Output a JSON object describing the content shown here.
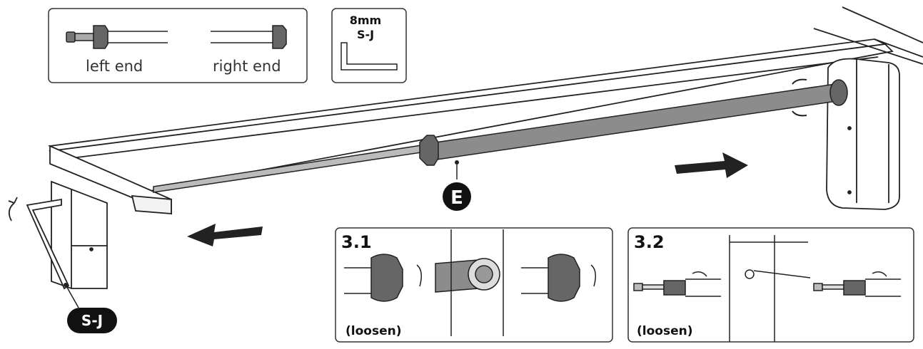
{
  "legend": {
    "left_label": "left end",
    "right_label": "right end"
  },
  "tool": {
    "size": "8mm",
    "code": "S-J"
  },
  "part_badge": "E",
  "tool_badge": "S-J",
  "step_1": {
    "number": "3.1",
    "caption": "(loosen)"
  },
  "step_2": {
    "number": "3.2",
    "caption": "(loosen)"
  },
  "colors": {
    "line": "#1a1a1a",
    "shaft": "#8c8c8c",
    "badge": "#111111"
  }
}
